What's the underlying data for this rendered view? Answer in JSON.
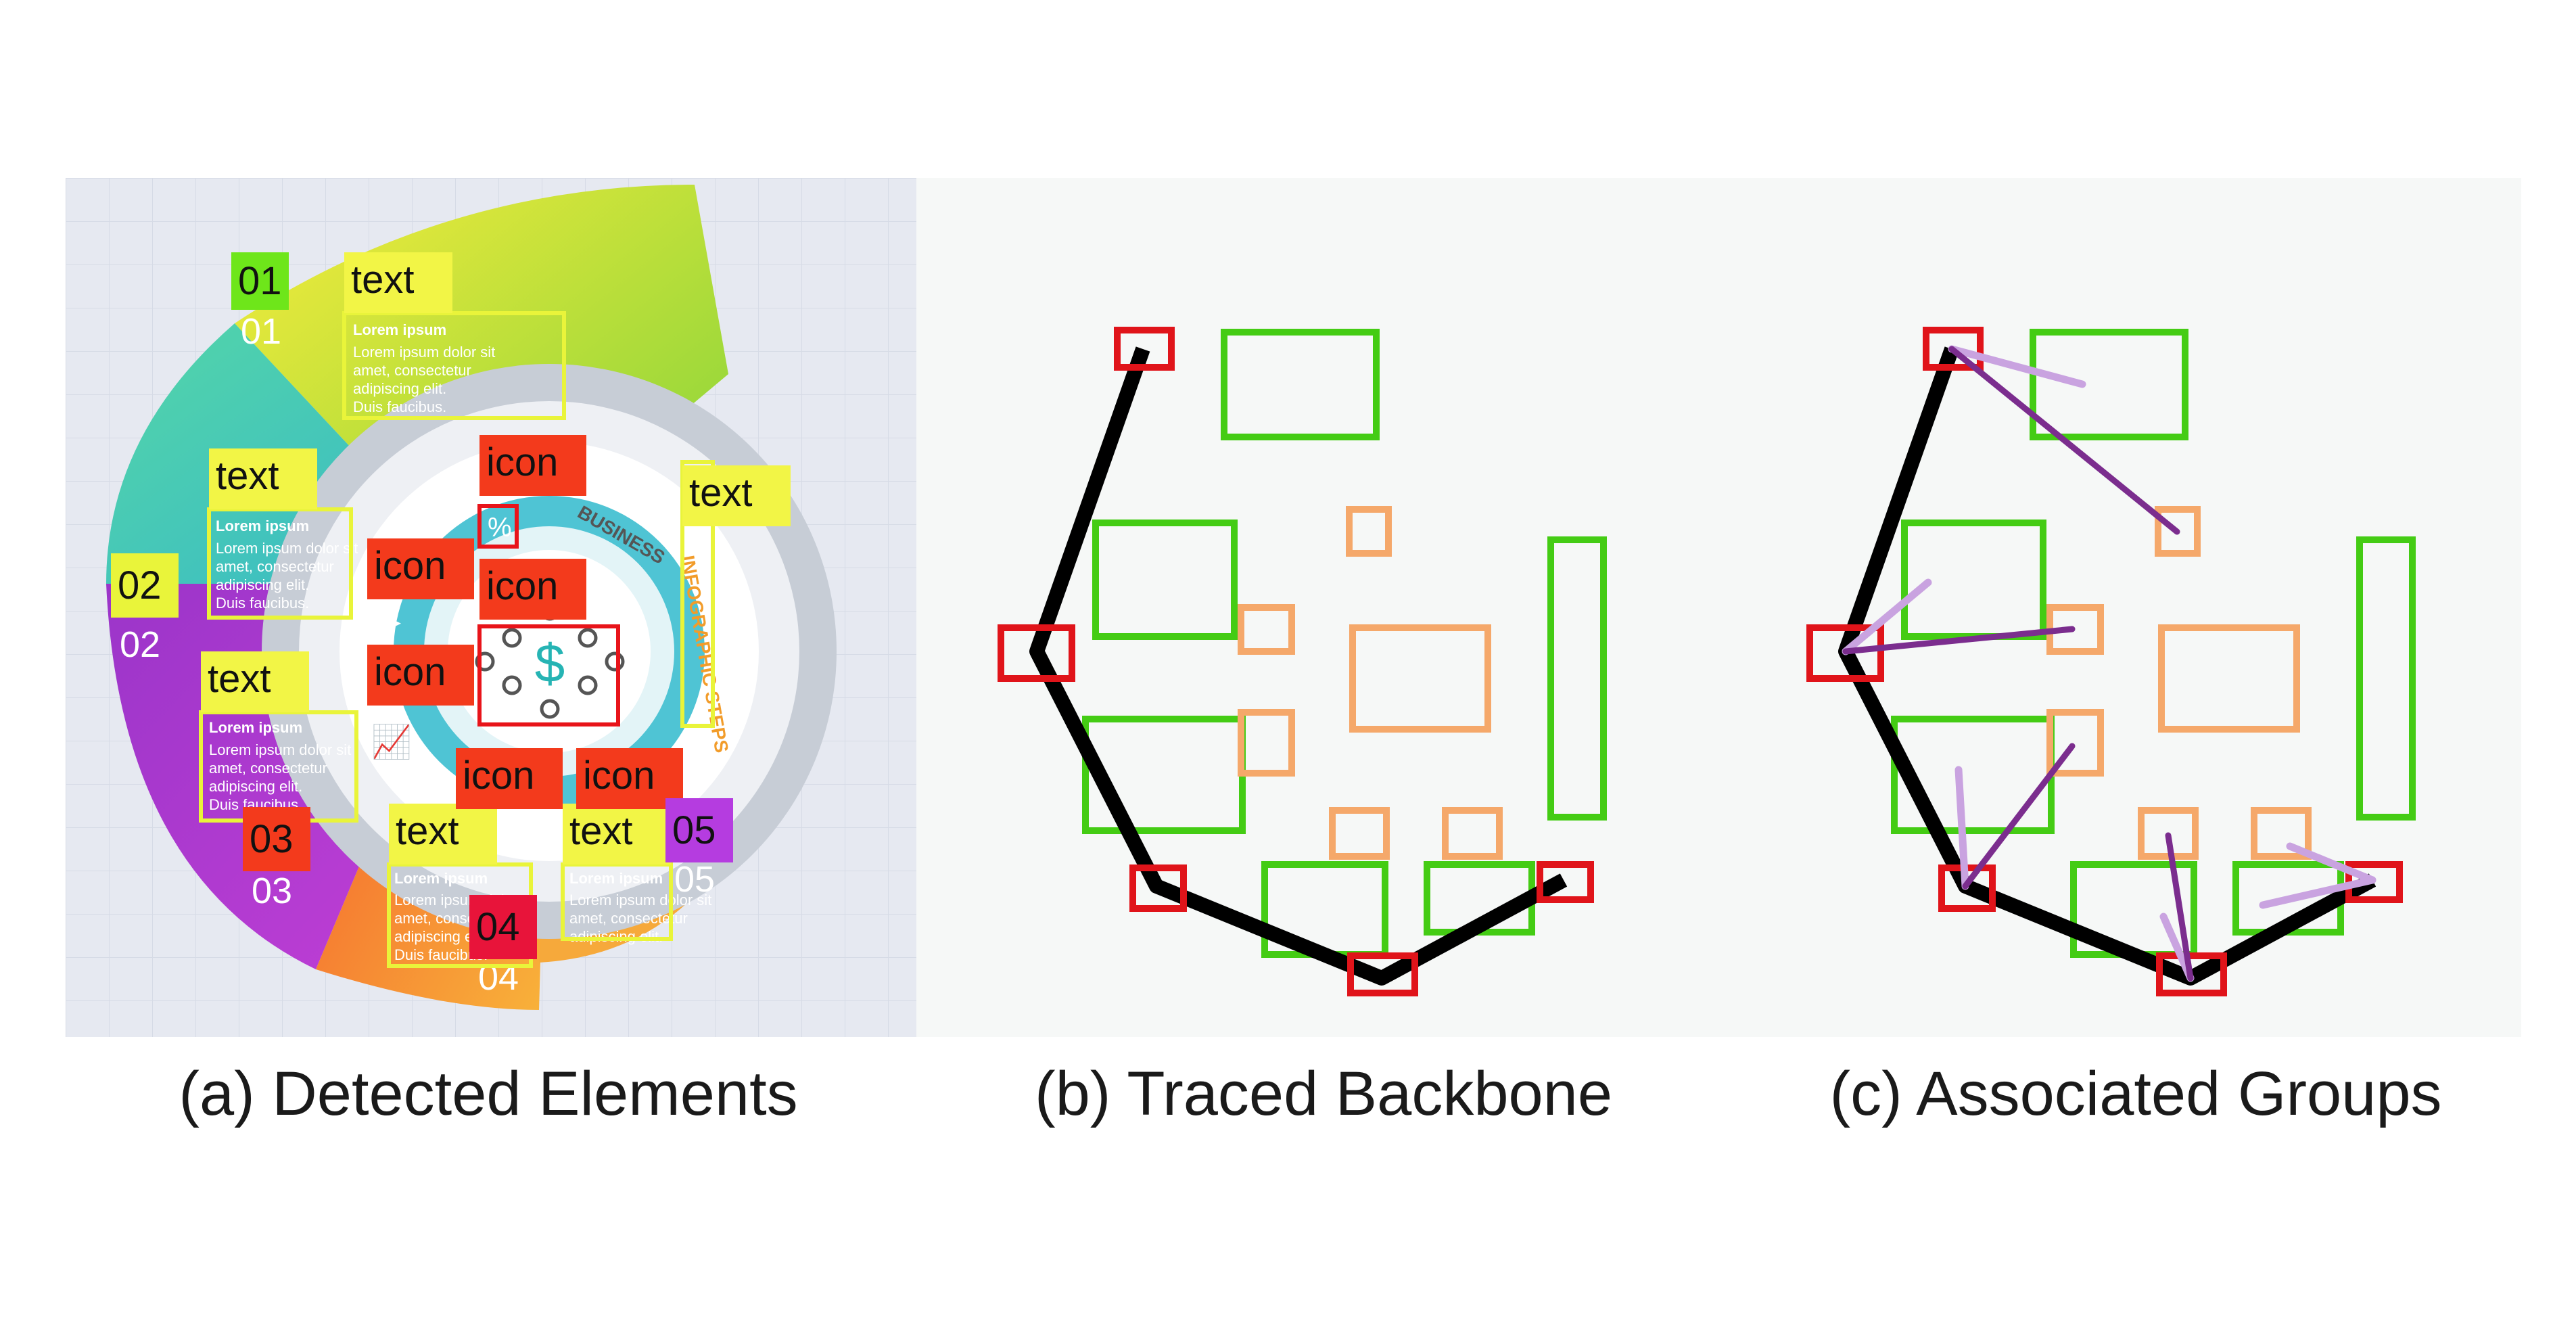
{
  "captions": {
    "a": "(a) Detected Elements",
    "b": "(b) Traced Backbone",
    "c": "(c) Associated Groups"
  },
  "labels": {
    "text": "text",
    "icon": "icon",
    "n01": "01",
    "n02": "02",
    "n03": "03",
    "n04": "04",
    "n05": "05"
  },
  "infographic": {
    "title_1": "BUSINESS",
    "title_2": "INFOGRAPHIC STEPS",
    "step_numbers": [
      "01",
      "02",
      "03",
      "04",
      "05"
    ],
    "item_heading": "Lorem ipsum",
    "item_body": [
      "Lorem ipsum dolor sit",
      "amet, consectetur",
      "adipiscing elit.",
      "Duis faucibus."
    ]
  },
  "colors": {
    "text_box": "#6fcf2a",
    "icon_box": "#e8141a",
    "number_box": "#e8141a",
    "element_green": "#44cc14",
    "element_orange": "#f5a86a",
    "element_red": "#e0141a",
    "backbone": "#000000",
    "assoc_dark": "#7b2d8e",
    "assoc_light": "#c9a3e0"
  }
}
